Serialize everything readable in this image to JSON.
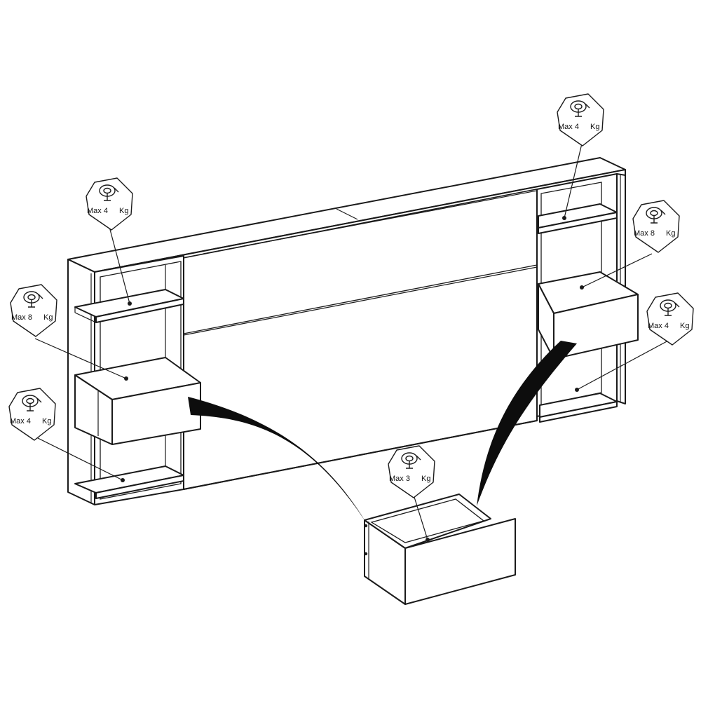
{
  "load_labels": [
    {
      "id": "headboard-top-right-shelf",
      "max": "Max 4",
      "unit": "Kg"
    },
    {
      "id": "right-drawer-top",
      "max": "Max 8",
      "unit": "Kg"
    },
    {
      "id": "right-bottom-shelf",
      "max": "Max 4",
      "unit": "Kg"
    },
    {
      "id": "left-upper-shelf",
      "max": "Max 4",
      "unit": "Kg"
    },
    {
      "id": "left-drawer-top",
      "max": "Max 8",
      "unit": "Kg"
    },
    {
      "id": "left-bottom-shelf",
      "max": "Max 4",
      "unit": "Kg"
    },
    {
      "id": "drawer-interior",
      "max": "Max 3",
      "unit": "Kg"
    }
  ],
  "icon": "weight-icon",
  "colors": {
    "line": "#1a1a1a",
    "arrow": "#0d0d0d",
    "background": "#ffffff"
  }
}
